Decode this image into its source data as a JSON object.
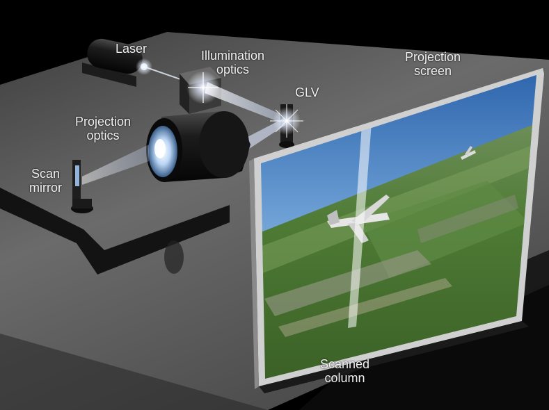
{
  "labels": {
    "laser": "Laser",
    "illumination_optics": [
      "Illumination",
      "optics"
    ],
    "glv": "GLV",
    "projection_optics": [
      "Projection",
      "optics"
    ],
    "scan_mirror": [
      "Scan",
      "mirror"
    ],
    "projection_screen": [
      "Projection",
      "screen"
    ],
    "scanned_column": [
      "Scanned",
      "column"
    ]
  },
  "colors": {
    "background": "#000000",
    "table_surface": "#5a5a5a",
    "beam": "#e8f2ff",
    "sky_top": "#2f6fb5",
    "ground": "#4f7a38",
    "screen_frame": "#b8b8b8"
  }
}
